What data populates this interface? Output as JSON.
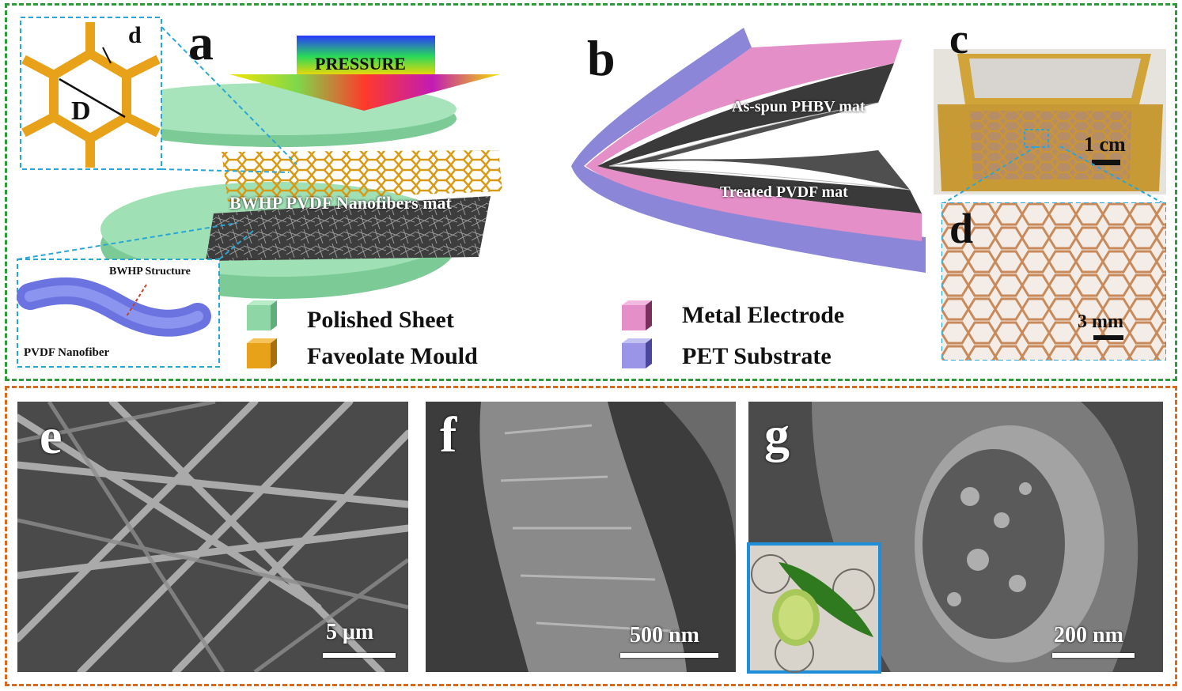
{
  "panels": {
    "a": "a",
    "b": "b",
    "c": "c",
    "d": "d",
    "e": "e",
    "f": "f",
    "g": "g"
  },
  "panel_a": {
    "pressure_label": "PRESSURE",
    "mat_label": "BWHP PVDF Nanofibers mat",
    "inset_d": "d",
    "inset_D": "D",
    "fiber_structure_label": "BWHP Structure",
    "fiber_label": "PVDF Nanofiber"
  },
  "panel_b": {
    "top_mat_label": "As-spun  PHBV mat",
    "bottom_mat_label": "Treated PVDF mat"
  },
  "legend": {
    "polished_sheet": "Polished Sheet",
    "faveolate_mould": "Faveolate Mould",
    "metal_electrode": "Metal Electrode",
    "pet_substrate": "PET Substrate",
    "colors": {
      "polished_sheet": "#8ed6a6",
      "faveolate_mould": "#e8a21a",
      "metal_electrode": "#e58fc8",
      "pet_substrate": "#9a95e6"
    }
  },
  "scale_bars": {
    "c": "1 cm",
    "d": "3 mm",
    "e": "5 μm",
    "f": "500 nm",
    "g": "200 nm"
  },
  "frame_colors": {
    "top": "#2f9a3a",
    "bottom": "#d76a1f"
  }
}
